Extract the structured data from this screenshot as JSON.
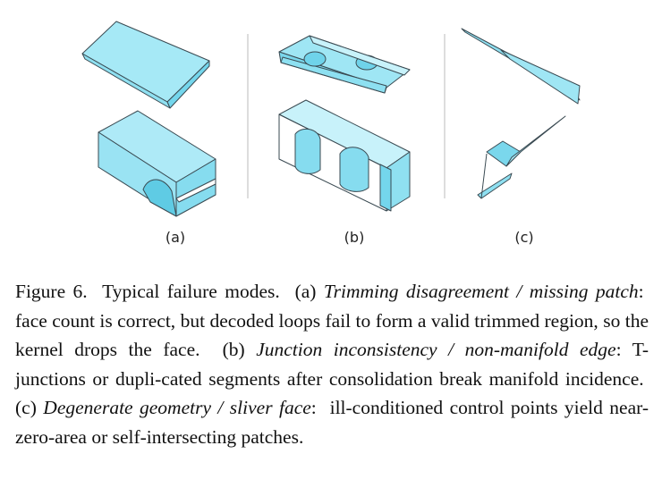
{
  "panels": [
    {
      "label": "(a)"
    },
    {
      "label": "(b)"
    },
    {
      "label": "(c)"
    }
  ],
  "caption": {
    "prefix": "Figure 6.",
    "title": "Typical failure modes.",
    "a_marker": "(a)",
    "a_name": "Trimming disagreement / missing patch",
    "a_text": "face count is correct, but decoded loops fail to form a valid trimmed region, so the kernel drops the face.",
    "b_marker": "(b)",
    "b_name": "Junction inconsistency / non-manifold edge",
    "b_text": "T-junctions or dupli-cated segments after consolidation break manifold incidence.",
    "c_marker": "(c)",
    "c_name": "Degenerate geometry / sliver face",
    "c_text": "ill-conditioned control points yield near-zero-area or self-intersecting patches."
  },
  "colors": {
    "fill": "#9fe6f4",
    "fill_dark": "#6fd3ea",
    "edge": "#3a4a52",
    "divider": "#bbbbbb"
  }
}
